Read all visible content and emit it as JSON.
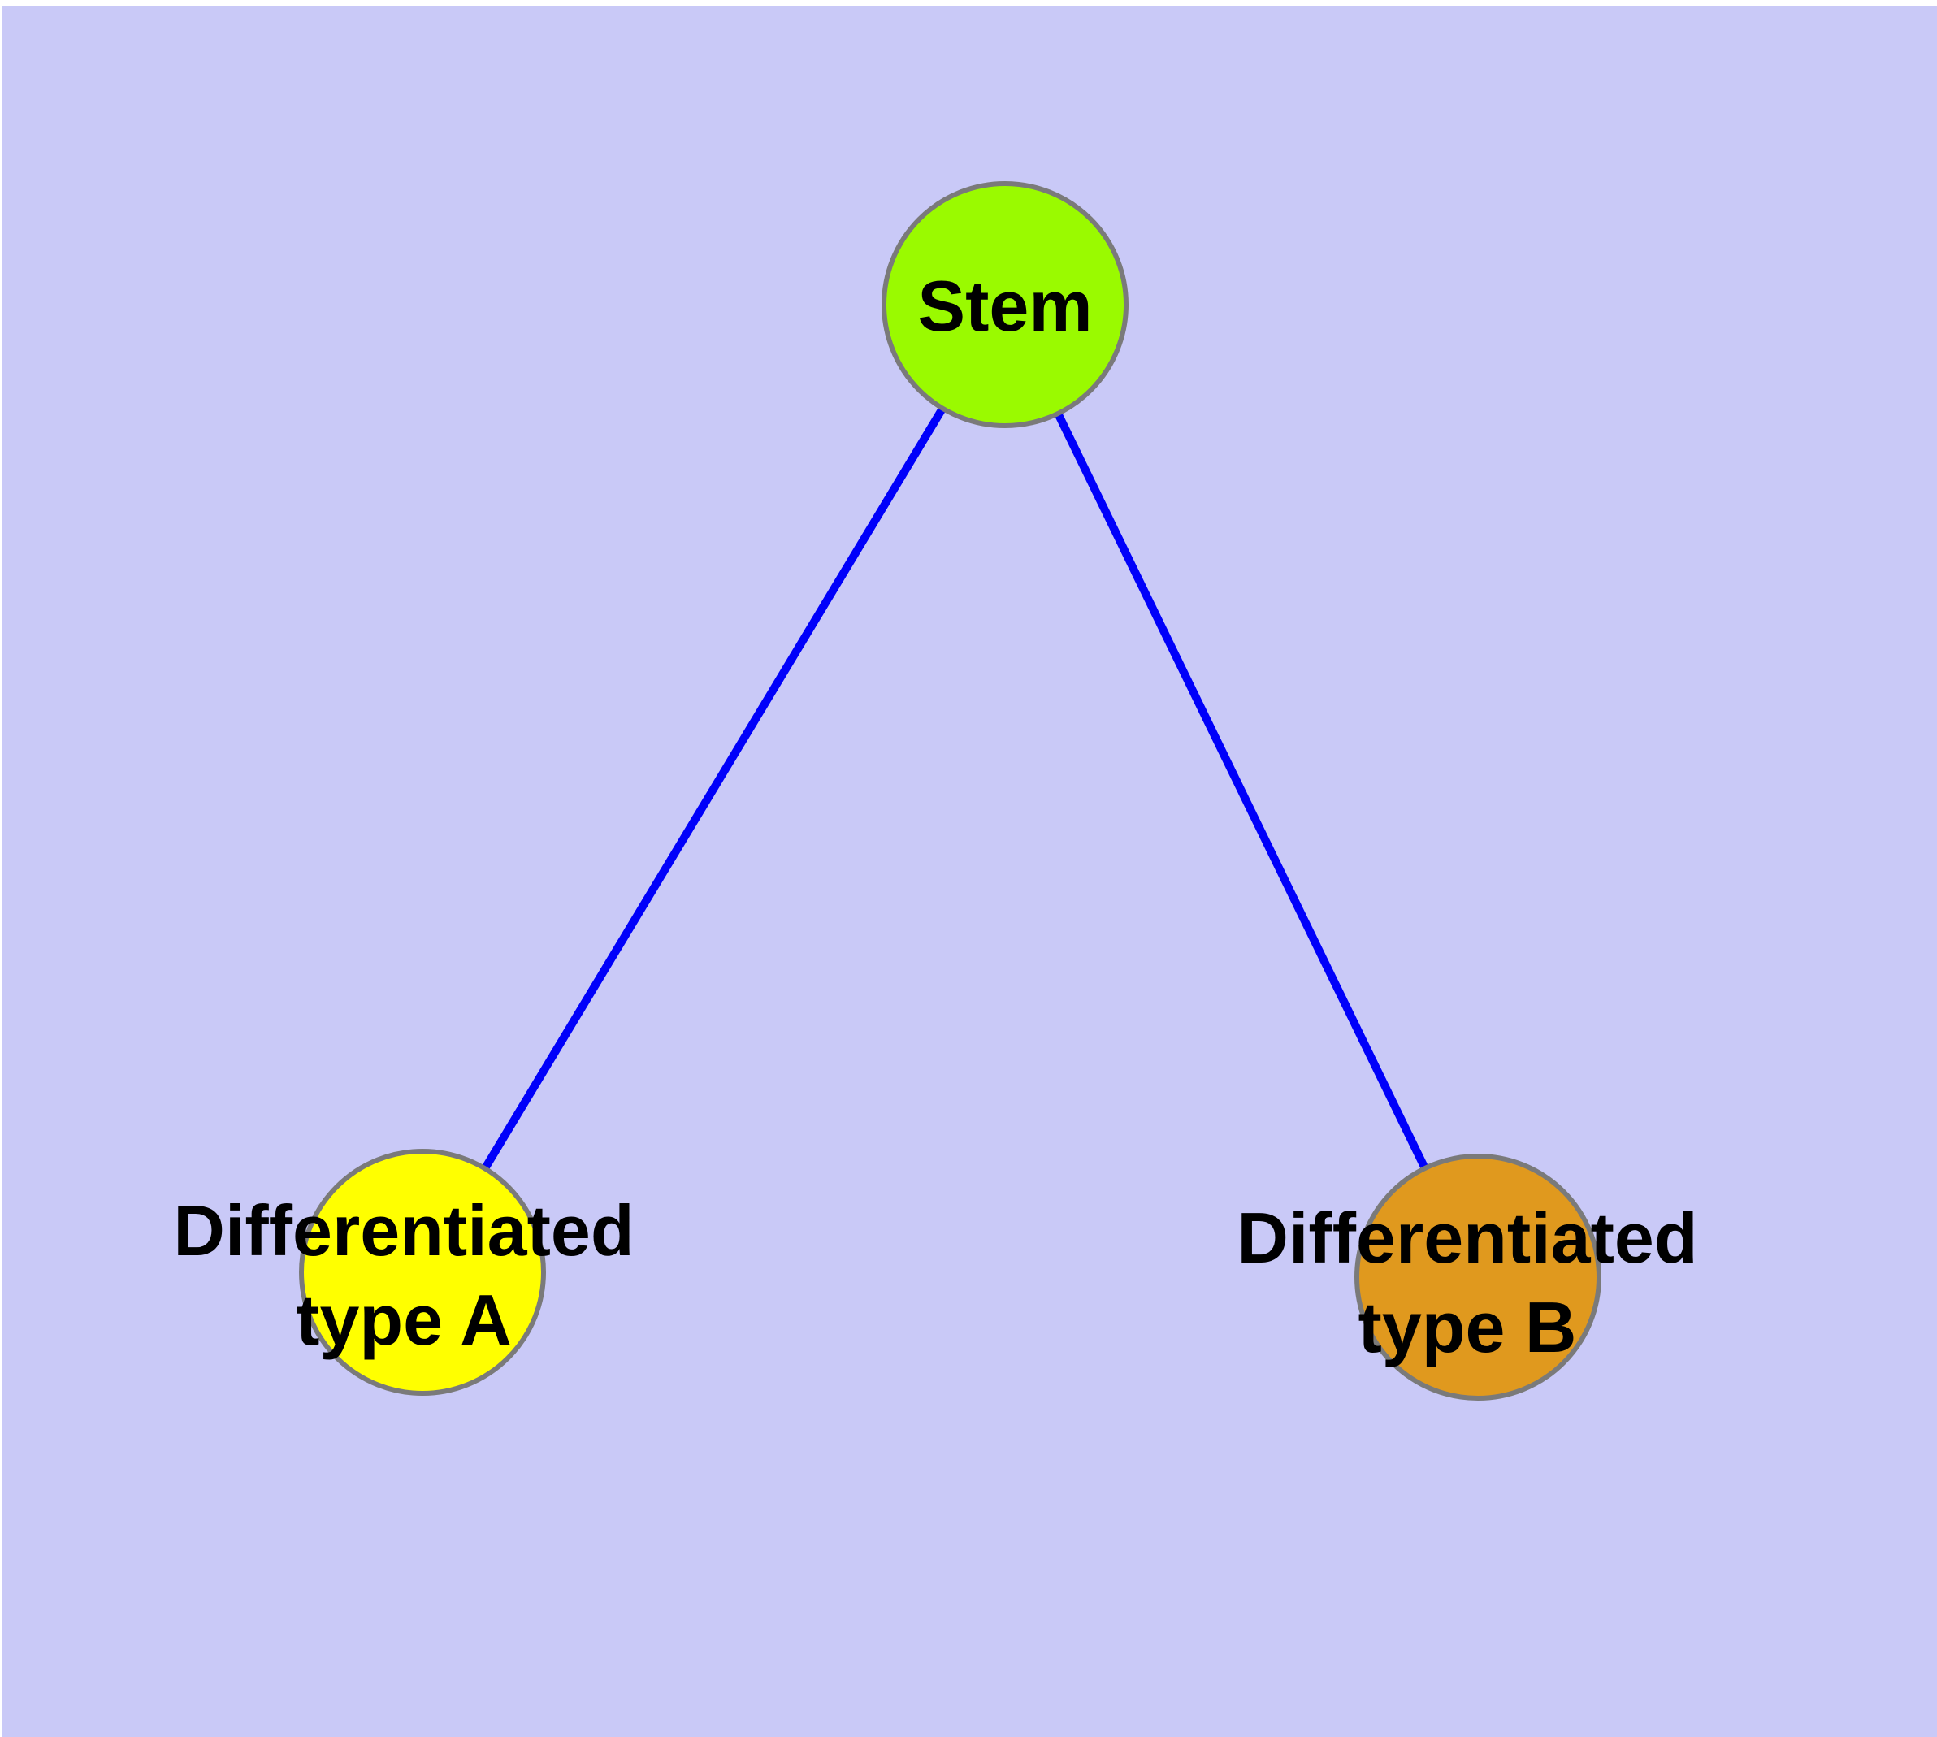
{
  "diagram": {
    "type": "node-link-graph",
    "colors": {
      "page_background": "#FFFFFF",
      "panel_background": "#C9C9F7",
      "edge_color": "#0000FA",
      "node_border_color": "#7A7A7A",
      "label_color": "#000000"
    },
    "nodes": [
      {
        "id": "stem",
        "label": "Stem",
        "fill": "#9AFA00"
      },
      {
        "id": "differentiated-type-a",
        "label": "Differentiated\ntype A",
        "fill": "#FFFF00"
      },
      {
        "id": "differentiated-type-b",
        "label": "Differentiated\ntype B",
        "fill": "#E0991E"
      }
    ],
    "edges": [
      {
        "from": "Stem",
        "to": "Differentiated type A"
      },
      {
        "from": "Stem",
        "to": "Differentiated type B"
      }
    ]
  }
}
